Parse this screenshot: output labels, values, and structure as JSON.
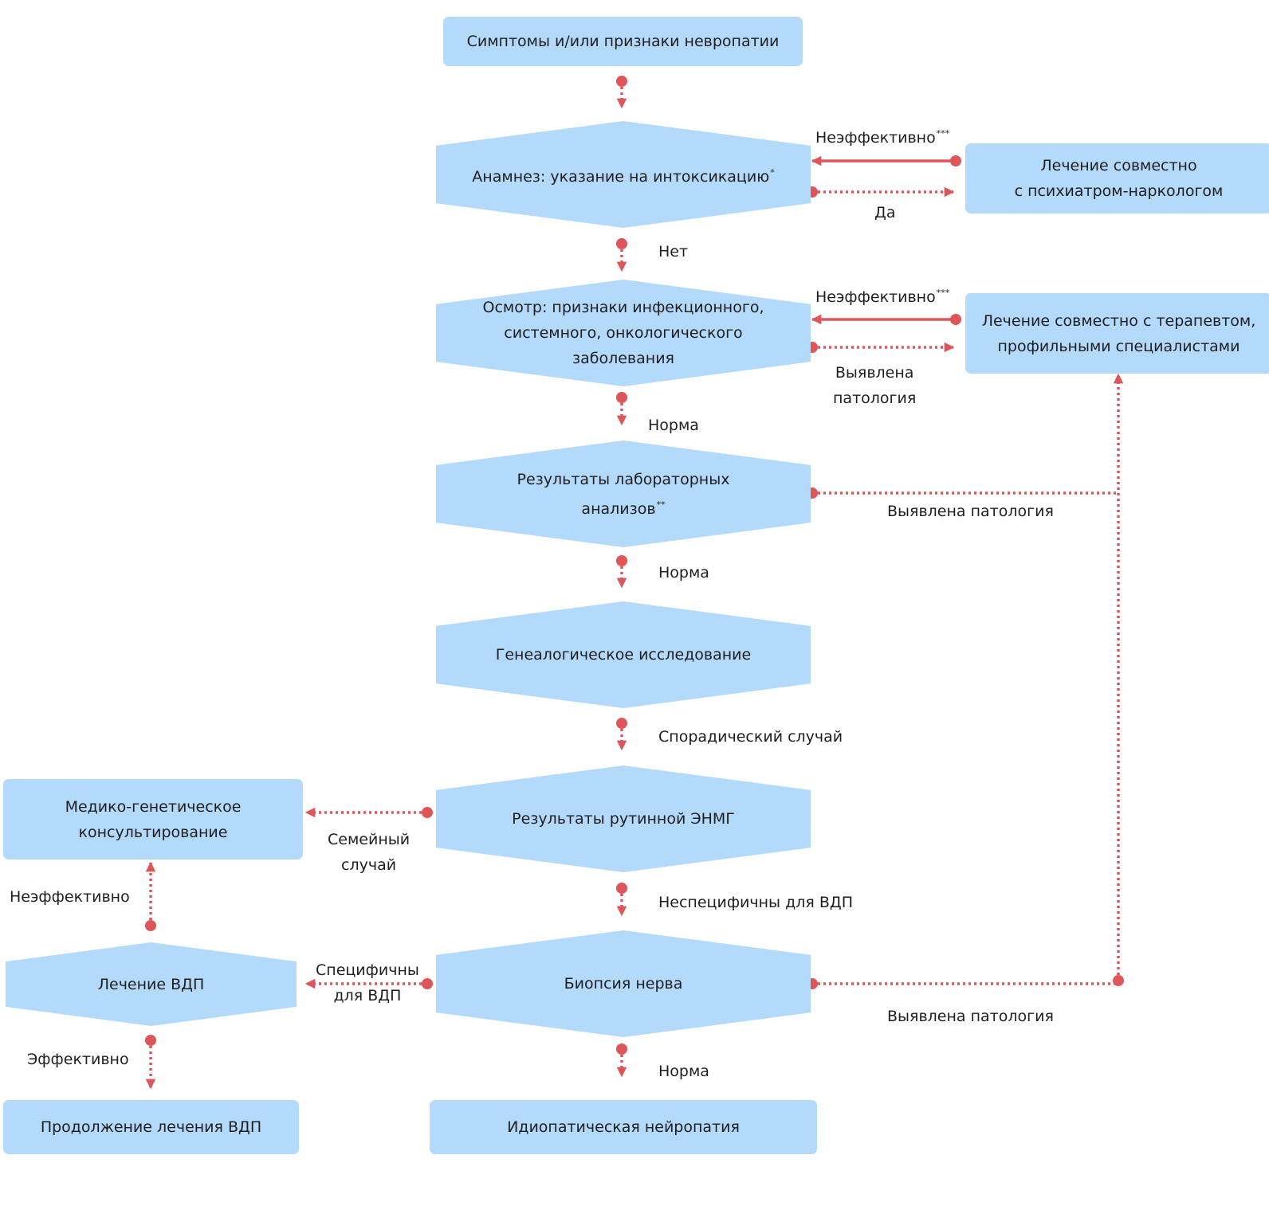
{
  "colors": {
    "node_fill": "#b3d9fb",
    "edge": "#de5659",
    "text": "#1f1f1f"
  },
  "nodes": {
    "symptoms": "Симптомы и/или признаки невропатии",
    "anamnesis": "Анамнез: указание на интоксикацию",
    "anamnesis_mark": "*",
    "psychiatrist": {
      "line1": "Лечение совместно",
      "line2": "с психиатром-наркологом"
    },
    "exam": {
      "line1": "Осмотр: признаки инфекционного,",
      "line2": "системного, онкологического",
      "line3": "заболевания"
    },
    "therapist": {
      "line1": "Лечение совместно с терапевтом,",
      "line2": "профильными специалистами"
    },
    "lab": {
      "line1": "Результаты лабораторных",
      "line2": "анализов",
      "mark": "**"
    },
    "genealogy": "Генеалогическое исследование",
    "enmg": "Результаты рутинной ЭНМГ",
    "genetic": {
      "line1": "Медико-генетическое",
      "line2": "консультирование"
    },
    "biopsy": "Биопсия нерва",
    "vdp_treatment": "Лечение ВДП",
    "vdp_continue": "Продолжение лечения ВДП",
    "idiopathic": "Идиопатическая нейропатия"
  },
  "labels": {
    "ineffective_1": "Неэффективно",
    "ineffective_1_mark": "***",
    "yes": "Да",
    "no": "Нет",
    "ineffective_2": "Неэффективно",
    "ineffective_2_mark": "***",
    "pathology_1": {
      "line1": "Выявлена",
      "line2": "патология"
    },
    "norm_1": "Норма",
    "pathology_2": "Выявлена патология",
    "norm_2": "Норма",
    "sporadic": "Спорадический случай",
    "family": {
      "line1": "Семейный",
      "line2": "случай"
    },
    "ineffective_3": "Неэффективно",
    "nonspecific": "Неспецифичны для ВДП",
    "specific": {
      "line1": "Специфичны",
      "line2": "для ВДП"
    },
    "pathology_3": "Выявлена патология",
    "effective": "Эффективно",
    "norm_3": "Норма"
  }
}
